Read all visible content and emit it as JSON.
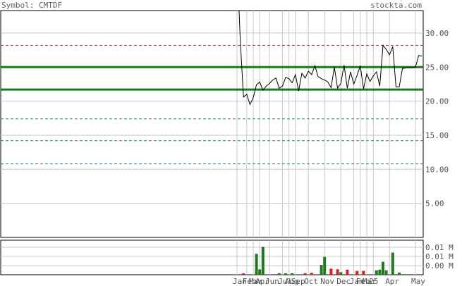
{
  "header": {
    "symbol_label": "Symbol: CMTDF",
    "site": "stockta.com"
  },
  "colors": {
    "frame": "#000000",
    "grid": "#c8c8c8",
    "price_line": "#000000",
    "resistance_line": "#1a7a1a",
    "red_dashed": "#c83232",
    "green_dashed": "#2e8b2e",
    "axis_text": "#555555",
    "header_text": "#556655",
    "volume_up": "#1f7a1f",
    "volume_down": "#cc2222"
  },
  "chart_data": [
    {
      "type": "line",
      "title": "",
      "ylim": [
        0,
        33.3
      ],
      "y_ticks": [
        "30.00",
        "25.00",
        "20.00",
        "15.00",
        "10.00",
        "5.00"
      ],
      "y_tick_values": [
        30,
        25,
        20,
        15,
        10,
        5
      ],
      "x_labels": [
        "Jan",
        "Feb",
        "Mar",
        "Apr",
        "Jun",
        "Jul",
        "Aug",
        "Sep",
        "Oct",
        "Nov",
        "Dec",
        "Jan",
        "Feb",
        "Mar",
        "25",
        "Apr",
        "May"
      ],
      "x_label_day_index": [
        0,
        3,
        5,
        7,
        10,
        14,
        16,
        18,
        22,
        27,
        32,
        36,
        38,
        40,
        42,
        47,
        55
      ],
      "horizontal_levels": [
        {
          "kind": "solid-green",
          "value": 25.0
        },
        {
          "kind": "solid-green",
          "value": 21.7
        },
        {
          "kind": "dashed-red",
          "value": 28.2
        },
        {
          "kind": "dashed-green",
          "value": 17.4
        },
        {
          "kind": "dashed-green",
          "value": 14.2
        },
        {
          "kind": "dashed-green",
          "value": 10.8
        }
      ],
      "series": [
        {
          "values": [
            41.0,
            29.0,
            20.6,
            21.0,
            19.5,
            20.5,
            22.4,
            22.8,
            21.6,
            22.2,
            22.6,
            23.1,
            23.4,
            21.9,
            22.2,
            23.5,
            23.3,
            22.7,
            23.9,
            21.5,
            24.1,
            23.4,
            24.4,
            23.9,
            25.2,
            23.6,
            23.3,
            23.1,
            22.8,
            22.0,
            25.0,
            21.9,
            22.6,
            25.3,
            21.9,
            24.3,
            22.5,
            23.8,
            25.2,
            21.8,
            24.0,
            22.9,
            23.7,
            24.3,
            22.2,
            28.2,
            27.6,
            26.8,
            28.0,
            22.1,
            22.1,
            24.8,
            24.9,
            24.9,
            24.9,
            25.0,
            26.7,
            26.6
          ]
        }
      ]
    },
    {
      "type": "bar",
      "title": "",
      "y_ticks": [
        "0.01 M",
        "0.01 M",
        "0.00 M"
      ],
      "ylim": [
        0,
        1
      ],
      "bars": [
        {
          "day": 2,
          "value": 0.04,
          "direction": "down"
        },
        {
          "day": 6,
          "value": 0.66,
          "direction": "up"
        },
        {
          "day": 7,
          "value": 0.17,
          "direction": "up"
        },
        {
          "day": 8,
          "value": 0.88,
          "direction": "up"
        },
        {
          "day": 13,
          "value": 0.03,
          "direction": "up"
        },
        {
          "day": 15,
          "value": 0.03,
          "direction": "up"
        },
        {
          "day": 17,
          "value": 0.04,
          "direction": "up"
        },
        {
          "day": 21,
          "value": 0.05,
          "direction": "down"
        },
        {
          "day": 23,
          "value": 0.06,
          "direction": "down"
        },
        {
          "day": 26,
          "value": 0.31,
          "direction": "up"
        },
        {
          "day": 27,
          "value": 0.56,
          "direction": "up"
        },
        {
          "day": 29,
          "value": 0.19,
          "direction": "down"
        },
        {
          "day": 31,
          "value": 0.17,
          "direction": "down"
        },
        {
          "day": 32,
          "value": 0.08,
          "direction": "up"
        },
        {
          "day": 34,
          "value": 0.16,
          "direction": "down"
        },
        {
          "day": 37,
          "value": 0.12,
          "direction": "down"
        },
        {
          "day": 39,
          "value": 0.12,
          "direction": "down"
        },
        {
          "day": 43,
          "value": 0.14,
          "direction": "up"
        },
        {
          "day": 44,
          "value": 0.16,
          "direction": "up"
        },
        {
          "day": 45,
          "value": 0.41,
          "direction": "up"
        },
        {
          "day": 46,
          "value": 0.14,
          "direction": "up"
        },
        {
          "day": 48,
          "value": 0.7,
          "direction": "up"
        },
        {
          "day": 50,
          "value": 0.07,
          "direction": "up"
        }
      ]
    }
  ]
}
